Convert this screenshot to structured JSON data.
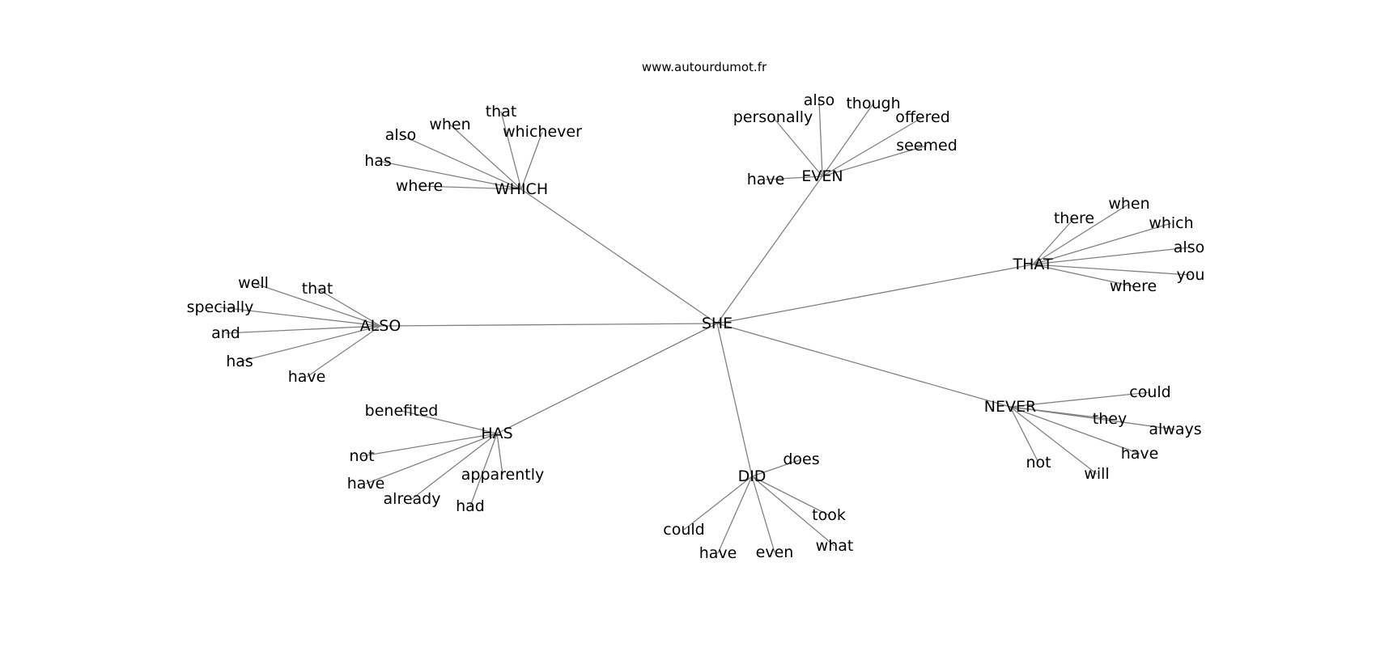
{
  "site": "www.autourdumot.fr",
  "colors": {
    "background": "#ffffff",
    "edge": "#808080",
    "text": "#000000"
  },
  "graph": {
    "center": "SHE",
    "hubs": [
      {
        "word": "WHICH",
        "leaves": [
          "where",
          "has",
          "also",
          "when",
          "that",
          "whichever"
        ]
      },
      {
        "word": "EVEN",
        "leaves": [
          "have",
          "personally",
          "also",
          "though",
          "offered",
          "seemed"
        ]
      },
      {
        "word": "THAT",
        "leaves": [
          "there",
          "when",
          "which",
          "also",
          "you",
          "where"
        ]
      },
      {
        "word": "ALSO",
        "leaves": [
          "well",
          "that",
          "specially",
          "and",
          "has",
          "have"
        ]
      },
      {
        "word": "NEVER",
        "leaves": [
          "could",
          "they",
          "always",
          "have",
          "will",
          "not"
        ]
      },
      {
        "word": "HAS",
        "leaves": [
          "benefited",
          "not",
          "have",
          "already",
          "had",
          "apparently"
        ]
      },
      {
        "word": "DID",
        "leaves": [
          "does",
          "took",
          "what",
          "even",
          "have",
          "could"
        ]
      }
    ]
  }
}
